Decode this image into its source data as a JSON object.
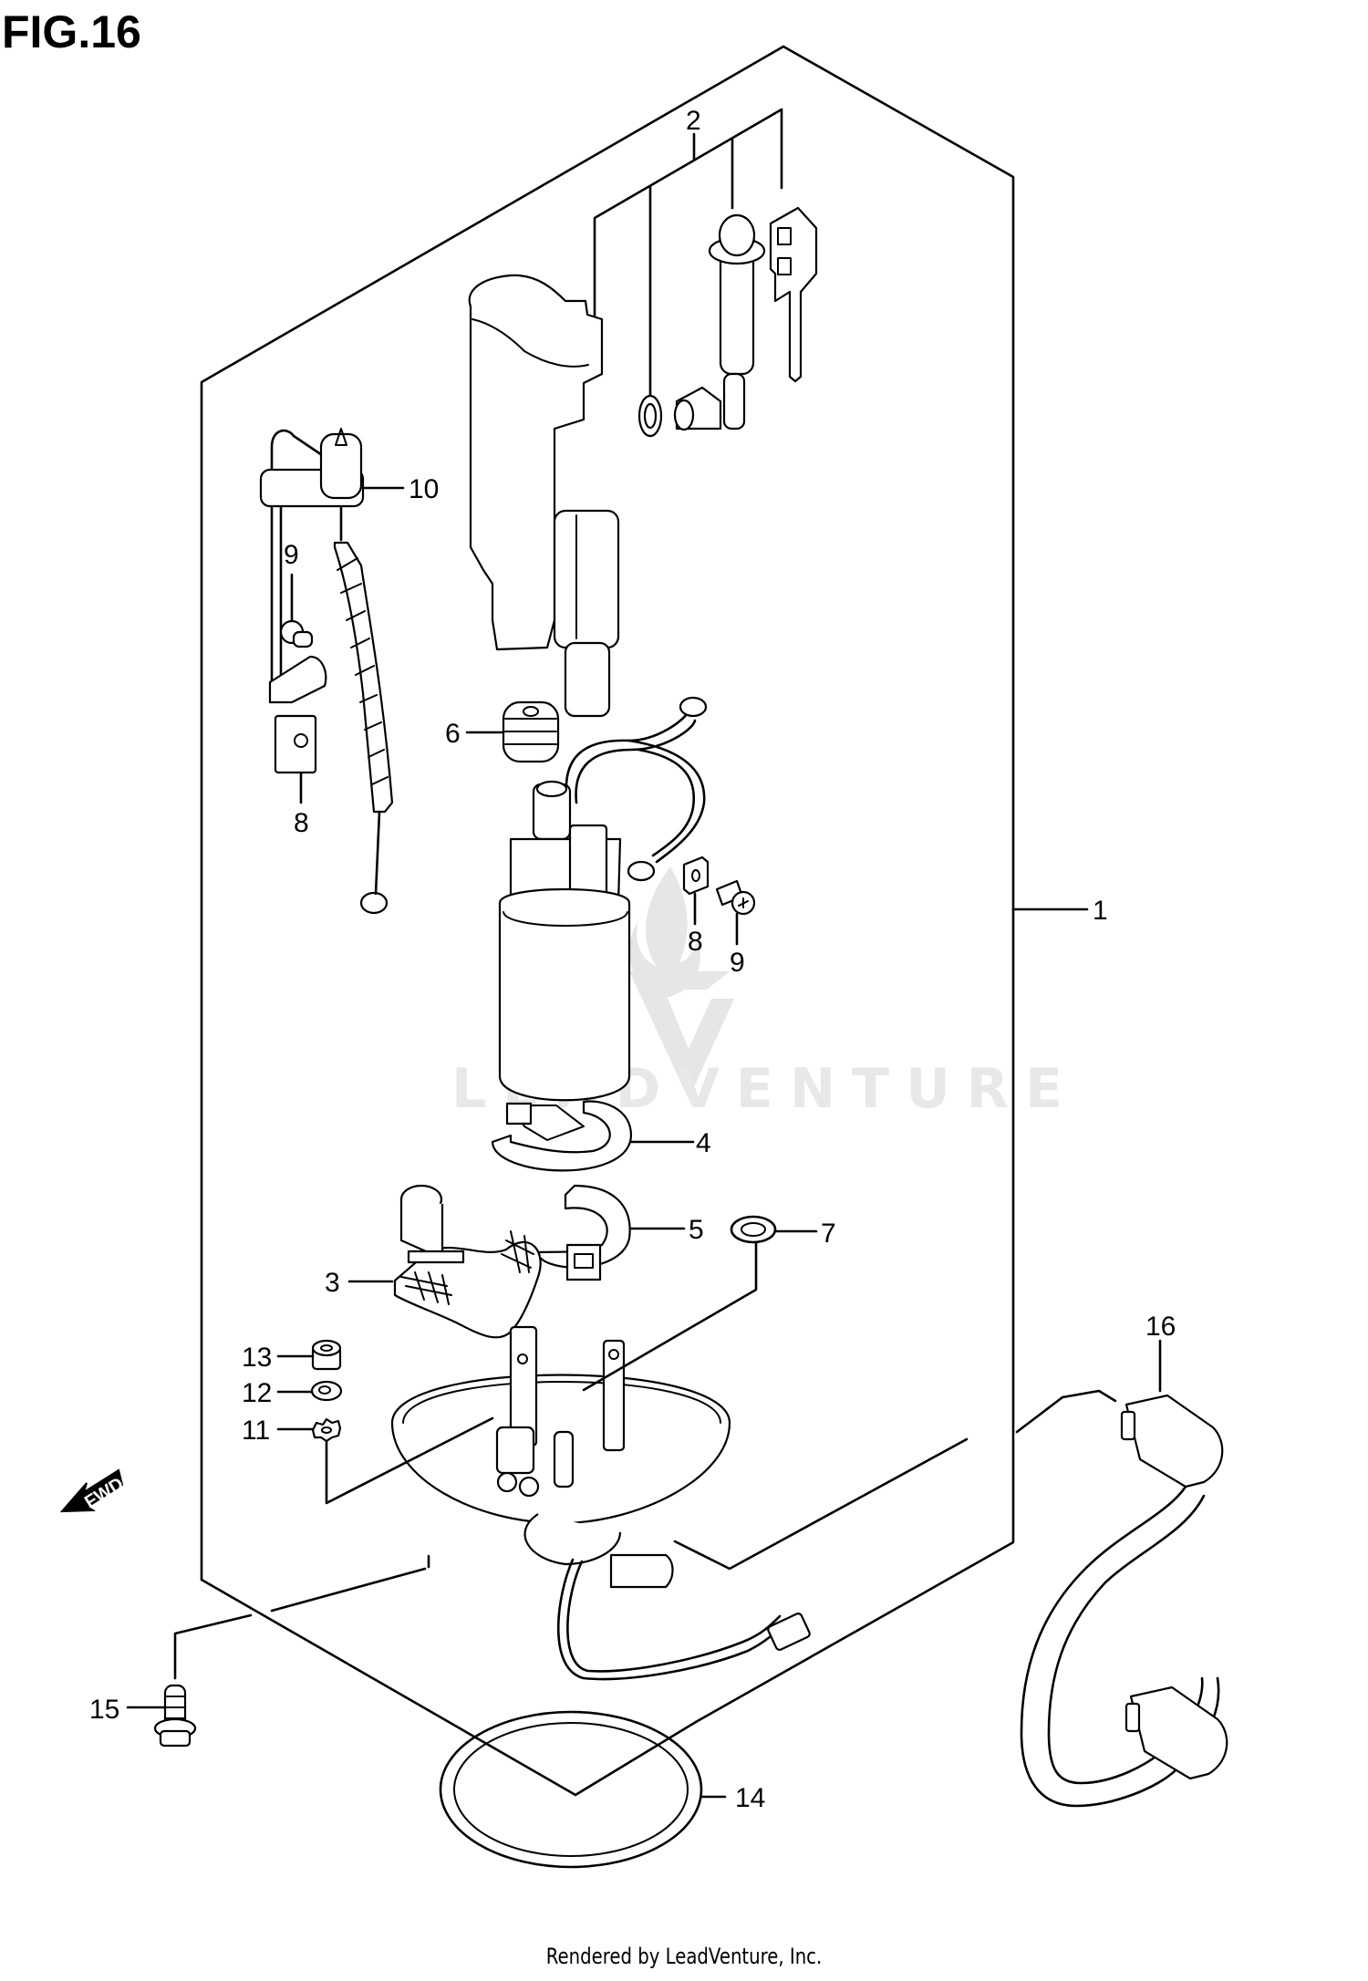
{
  "figure": {
    "title": "FIG.16",
    "subject": "Fuel pump assembly",
    "footer": "Rendered by LeadVenture, Inc.",
    "watermark": "LEADVENTURE",
    "direction_marker": "FWD"
  },
  "callouts": [
    {
      "number": "1",
      "part": "fuel-pump-assy"
    },
    {
      "number": "2",
      "part": "regulator-set"
    },
    {
      "number": "3",
      "part": "fuel-filter"
    },
    {
      "number": "4",
      "part": "pump-holder-upper"
    },
    {
      "number": "5",
      "part": "pump-holder-lower"
    },
    {
      "number": "6",
      "part": "cushion"
    },
    {
      "number": "7",
      "part": "o-ring"
    },
    {
      "number": "8",
      "part": "nut-clip"
    },
    {
      "number": "9",
      "part": "screw"
    },
    {
      "number": "10",
      "part": "fuel-level-gauge"
    },
    {
      "number": "8",
      "part": "nut-clip"
    },
    {
      "number": "9",
      "part": "screw"
    },
    {
      "number": "11",
      "part": "lock-washer"
    },
    {
      "number": "12",
      "part": "washer"
    },
    {
      "number": "13",
      "part": "nut"
    },
    {
      "number": "14",
      "part": "gasket"
    },
    {
      "number": "15",
      "part": "bolt"
    },
    {
      "number": "16",
      "part": "fuel-hose"
    }
  ],
  "colors": {
    "line": "#000000",
    "background": "#ffffff",
    "watermark": "#e6e6e6"
  }
}
